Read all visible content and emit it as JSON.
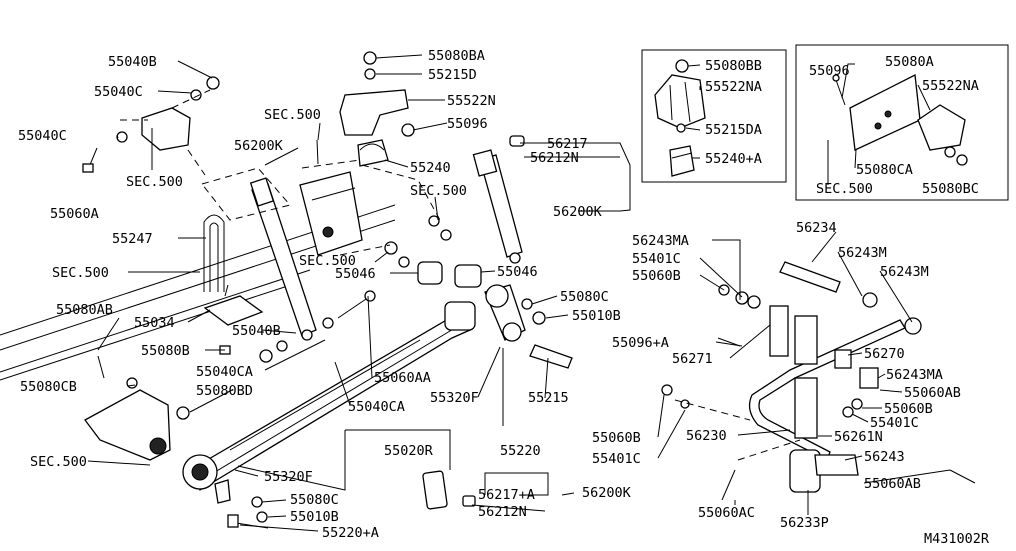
{
  "labels": {
    "l55040B": "55040B",
    "l55040C_1": "55040C",
    "l55040C_2": "55040C",
    "l55060A": "55060A",
    "lSEC500_1": "SEC.500",
    "l55080BA": "55080BA",
    "l55215D": "55215D",
    "l55522N": "55522N",
    "l55096_1": "55096",
    "lSEC500_2": "SEC.500",
    "l56200K_1": "56200K",
    "l55240": "55240",
    "lSEC500_3": "SEC.500",
    "l56217_1": "56217",
    "l56212N_1": "56212N",
    "l56200K_2": "56200K",
    "l55080BB": "55080BB",
    "l55522NA_1": "55522NA",
    "l55215DA": "55215DA",
    "l55240A": "55240+A",
    "l55096_2": "55096",
    "l55080A": "55080A",
    "l55522NA_2": "55522NA",
    "l55080CA": "55080CA",
    "lSEC500_4": "SEC.500",
    "l55080BC": "55080BC",
    "l55247": "55247",
    "lSEC500_5": "SEC.500",
    "lSEC500_6": "SEC.500",
    "l55046_1": "55046",
    "l55046_2": "55046",
    "l55080C_1": "55080C",
    "l55010B_1": "55010B",
    "l55080AB": "55080AB",
    "l55034": "55034",
    "l55040B_2": "55040B",
    "l55080B": "55080B",
    "l55040CA_1": "55040CA",
    "l55060AA": "55060AA",
    "l55080CB": "55080CB",
    "l55080BD": "55080BD",
    "l55040CA_2": "55040CA",
    "l55320F_1": "55320F",
    "l55215": "55215",
    "l55020R": "55020R",
    "l55220": "55220",
    "lSEC500_7": "SEC.500",
    "l55320F_2": "55320F",
    "l55080C_2": "55080C",
    "l55010B_2": "55010B",
    "l55220A": "55220+A",
    "l56217A": "56217+A",
    "l56200K_3": "56200K",
    "l56212N_2": "56212N",
    "l56243MA_1": "56243MA",
    "l56234": "56234",
    "l55401C_1": "55401C",
    "l56243M_1": "56243M",
    "l55060B_1": "55060B",
    "l56243M_2": "56243M",
    "l55096A": "55096+A",
    "l56271": "56271",
    "l56270": "56270",
    "l56243MA_2": "56243MA",
    "l55060AB_1": "55060AB",
    "l55060B_2": "55060B",
    "l55401C_2": "55401C",
    "l55060B_3": "55060B",
    "l56230": "56230",
    "l56261N": "56261N",
    "l55401C_3": "55401C",
    "l56243": "56243",
    "l55060AB_2": "55060AB",
    "l55060AC": "55060AC",
    "l56233P": "56233P",
    "lM431002R": "M431002R"
  }
}
